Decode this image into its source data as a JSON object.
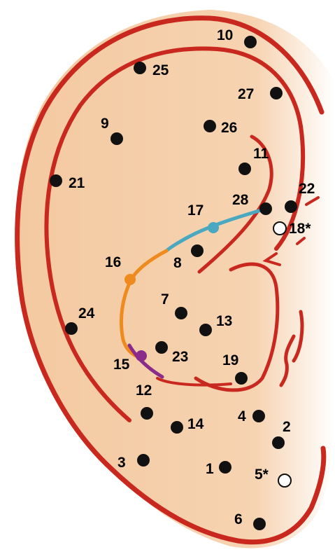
{
  "colors": {
    "skin": "#f6d2ad",
    "skin_light": "#fbe6cf",
    "outline": "#c8281e",
    "dot": "#111111",
    "label": "#111111",
    "path_blue": "#4aa8c0",
    "path_orange": "#ef8a1f",
    "path_purple": "#8a2a8a"
  },
  "points": [
    {
      "id": "p10",
      "label": "10",
      "open": false
    },
    {
      "id": "p25",
      "label": "25",
      "open": false
    },
    {
      "id": "p27",
      "label": "27",
      "open": false
    },
    {
      "id": "p9",
      "label": "9",
      "open": false
    },
    {
      "id": "p26",
      "label": "26",
      "open": false
    },
    {
      "id": "p11",
      "label": "11",
      "open": false
    },
    {
      "id": "p21",
      "label": "21",
      "open": false
    },
    {
      "id": "p22",
      "label": "22",
      "open": false
    },
    {
      "id": "p28",
      "label": "28",
      "open": false
    },
    {
      "id": "p17",
      "label": "17",
      "open": false
    },
    {
      "id": "p18",
      "label": "18*",
      "open": true
    },
    {
      "id": "p8",
      "label": "8",
      "open": false
    },
    {
      "id": "p16",
      "label": "16",
      "open": false
    },
    {
      "id": "p7",
      "label": "7",
      "open": false
    },
    {
      "id": "p13",
      "label": "13",
      "open": false
    },
    {
      "id": "p24",
      "label": "24",
      "open": false
    },
    {
      "id": "p23",
      "label": "23",
      "open": false
    },
    {
      "id": "p15",
      "label": "15",
      "open": false
    },
    {
      "id": "p19",
      "label": "19",
      "open": false
    },
    {
      "id": "p12",
      "label": "12",
      "open": false
    },
    {
      "id": "p4",
      "label": "4",
      "open": false
    },
    {
      "id": "p14",
      "label": "14",
      "open": false
    },
    {
      "id": "p2",
      "label": "2",
      "open": false
    },
    {
      "id": "p3",
      "label": "3",
      "open": false
    },
    {
      "id": "p1",
      "label": "1",
      "open": false
    },
    {
      "id": "p5",
      "label": "5*",
      "open": true
    },
    {
      "id": "p6",
      "label": "6",
      "open": false
    }
  ]
}
